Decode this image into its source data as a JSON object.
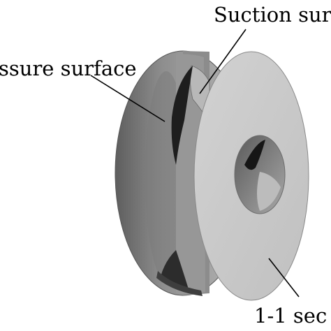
{
  "figure": {
    "labels": {
      "suction": "Suction surf",
      "pressure": "ssure surface",
      "section": "1-1 sec"
    },
    "colors": {
      "background": "#ffffff",
      "face_light": "#c8c8c8",
      "rim_mid": "#9c9c9c",
      "rim_dark": "#6e6e6e",
      "blade_dark": "#1e1e1e",
      "bore_inner": "#8a8a8a",
      "line": "#000000"
    }
  }
}
